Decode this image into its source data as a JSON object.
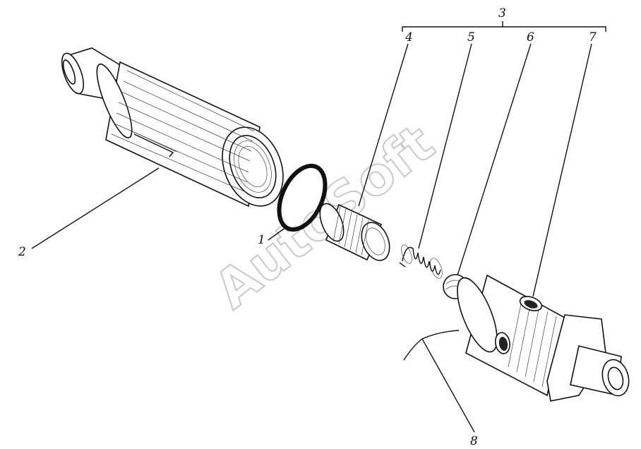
{
  "watermark": "AutoSoft",
  "labels": {
    "l1": "1",
    "l2": "2",
    "l3": "3",
    "l4": "4",
    "l5": "5",
    "l6": "6",
    "l7": "7",
    "l8": "8"
  }
}
